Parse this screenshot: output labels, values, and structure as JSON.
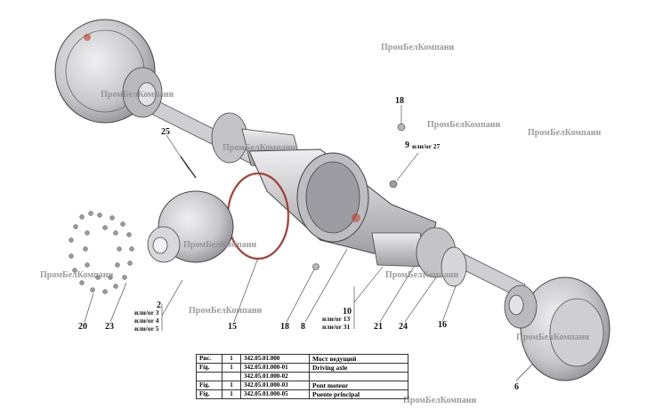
{
  "watermark": "ПромБелКомпани",
  "callouts": {
    "c25": "25",
    "c18a": "18",
    "c9": "9",
    "c9alt": "или/or 27",
    "c2": "2",
    "c3": "или/or 3",
    "c4": "или/or 4",
    "c5": "или/or 5",
    "c20": "20",
    "c23": "23",
    "c15": "15",
    "c18b": "18",
    "c8": "8",
    "c10": "10",
    "c13": "или/or 13",
    "c31": "или/or 31",
    "c21": "21",
    "c24": "24",
    "c16": "16",
    "c6": "6"
  },
  "spec_table": {
    "rows": [
      {
        "label": "Рис.",
        "num": "1",
        "code": "342.05.01.000",
        "desc": "Мост ведущий"
      },
      {
        "label": "Fig.",
        "num": "1",
        "code": "342.05.01.000-01",
        "desc": "Driving axle"
      },
      {
        "label": "",
        "num": "",
        "code": "342.05.01.000-02",
        "desc": ""
      },
      {
        "label": "Fig.",
        "num": "1",
        "code": "342.05.01.000-03",
        "desc": "Pont moteur"
      },
      {
        "label": "Fig.",
        "num": "1",
        "code": "342.05.01.000-05",
        "desc": "Puente principal"
      }
    ]
  },
  "colors": {
    "metal": "#d4d4d6",
    "metal_dark": "#8d8d93",
    "accent": "#c0392b"
  }
}
